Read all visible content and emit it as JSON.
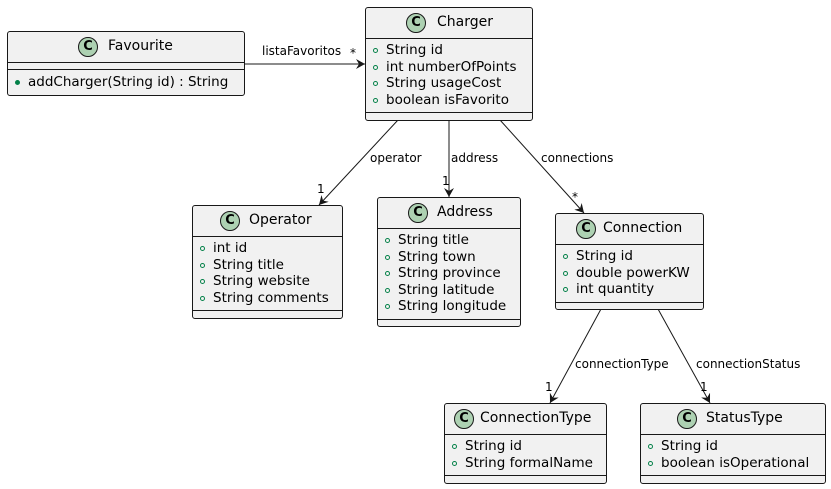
{
  "classes": {
    "favourite": {
      "name": "Favourite",
      "badge": "C",
      "fields": [],
      "methods": [
        "addCharger(String id) : String"
      ]
    },
    "charger": {
      "name": "Charger",
      "badge": "C",
      "fields": [
        "String id",
        "int numberOfPoints",
        "String usageCost",
        "boolean isFavorito"
      ]
    },
    "operator": {
      "name": "Operator",
      "badge": "C",
      "fields": [
        "int id",
        "String title",
        "String website",
        "String comments"
      ]
    },
    "address": {
      "name": "Address",
      "badge": "C",
      "fields": [
        "String title",
        "String town",
        "String province",
        "String latitude",
        "String longitude"
      ]
    },
    "connection": {
      "name": "Connection",
      "badge": "C",
      "fields": [
        "String id",
        "double powerKW",
        "int quantity"
      ]
    },
    "connection_type": {
      "name": "ConnectionType",
      "badge": "C",
      "fields": [
        "String id",
        "String formalName"
      ]
    },
    "status_type": {
      "name": "StatusType",
      "badge": "C",
      "fields": [
        "String id",
        "boolean isOperational"
      ]
    }
  },
  "associations": {
    "favoritos": {
      "label": "listaFavoritos",
      "multiplicity": "*"
    },
    "operator": {
      "label": "operator",
      "multiplicity": "1"
    },
    "address": {
      "label": "address",
      "multiplicity": "1"
    },
    "connections": {
      "label": "connections",
      "multiplicity": "*"
    },
    "connection_type": {
      "label": "connectionType",
      "multiplicity": "1"
    },
    "connection_status": {
      "label": "connectionStatus",
      "multiplicity": "1"
    }
  },
  "colors": {
    "class_fill": "#f1f1f1",
    "border": "#181818",
    "badge": "#add1b2",
    "visibility_marker": "#038048"
  }
}
